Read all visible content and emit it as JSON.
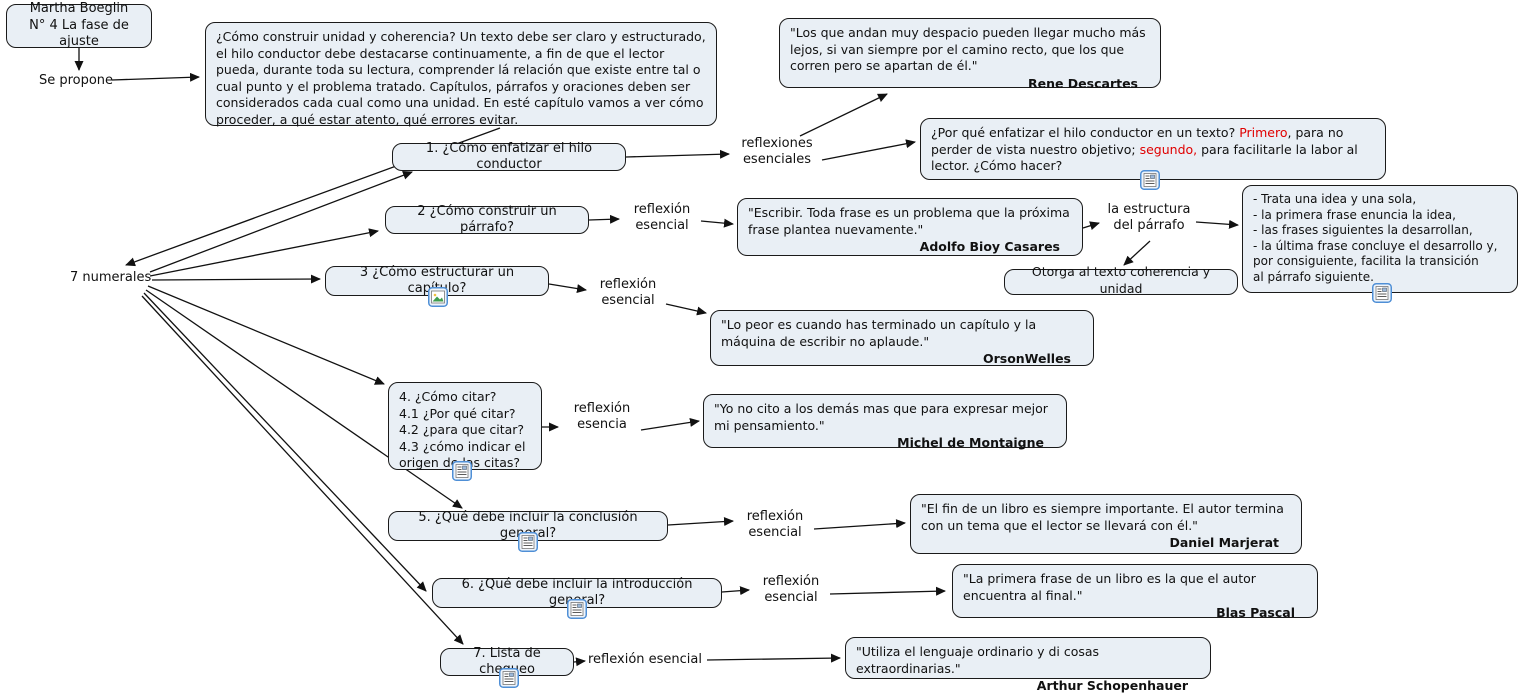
{
  "colors": {
    "box_fill": "#e9eff5",
    "border": "#1a1a1a",
    "accent_red": "#e00000",
    "icon_blue": "#4f8fd6"
  },
  "header": {
    "title_line1": "Martha Boeglin",
    "title_line2": "N° 4 La fase de ajuste"
  },
  "intro": {
    "text": "¿Cómo construir unidad y coherencia? Un texto debe ser claro y estructurado, el hilo conductor debe destacarse continuamente, a fin de que el lector pueda, durante toda su lectura, comprender lá relación que existe entre tal o cual punto y el problema tratado. Capítulos, párrafos y oraciones deben ser considerados cada cual como una unidad. En esté capítulo vamos a ver cómo proceder, a qué estar atento, qué errores evitar."
  },
  "connector_labels": {
    "se_propone": "Se propone",
    "numerales": "7 numerales",
    "l1": "reflexiones esenciales",
    "l2": "reflexión esencial",
    "l_estructura": "la estructura del párrafo",
    "l3": "reflexión esencial",
    "l4": "reflexión esencia",
    "l5": "reflexión esencial",
    "l6": "reflexión esencial",
    "l7": "reflexión esencial"
  },
  "nodes": {
    "n1": "1. ¿Cómo enfatizar el hilo conductor",
    "n2": "2 ¿Cómo construir un párrafo?",
    "n3": "3 ¿Cómo estructurar un capítulo?",
    "n4": "4. ¿Cómo citar?\n4.1 ¿Por qué citar?\n4.2 ¿para que citar?\n4.3 ¿cómo indicar el\norigen de las citas?",
    "n5": "5. ¿Qué debe incluir la conclusión general?",
    "n6": "6. ¿Qué debe incluir la introducción general?",
    "n7": "7. Lista de chequeo",
    "otorga": "Otorga al texto coherencia y unidad",
    "estructura": "- Trata una idea y una sola,\n- la primera frase enuncia la idea,\n- las frases siguientes la desarrollan,\n- la última frase concluye el desarrollo y,\npor consiguiente, facilita la transición\nal párrafo siguiente."
  },
  "why_box": {
    "part1": "¿Por qué enfatizar el hilo conductor en un texto? ",
    "red1": "Primero",
    "part2": ", para no perder de vista nuestro objetivo; ",
    "red2": "segundo,",
    "part3": " para facilitarle la labor al lector. ¿Cómo hacer?"
  },
  "quotes": {
    "descartes": {
      "text": "\"Los que andan muy despacio pueden llegar mucho más lejos, si van siempre por el camino recto, que los que corren pero se apartan de él.\"",
      "author": "Rene Descartes"
    },
    "bioy": {
      "text": "\"Escribir. Toda frase es un problema que la próxima frase plantea nuevamente.\"",
      "author": "Adolfo Bioy Casares"
    },
    "welles": {
      "text": "\"Lo peor es cuando has terminado un capítulo y la máquina de escribir no aplaude.\"",
      "author": "OrsonWelles"
    },
    "montaigne": {
      "text": "\"Yo no cito a los demás mas que para expresar mejor mi pensamiento.\"",
      "author": "Michel de Montaigne"
    },
    "marjerat": {
      "text": "\"El fin de un libro es siempre importante. El autor termina con un tema que el lector se llevará con él.\"",
      "author": "Daniel Marjerat"
    },
    "pascal": {
      "text": "\"La primera frase de un libro es la que el autor encuentra al final.\"",
      "author": "Blas Pascal"
    },
    "schopenhauer": {
      "text": "\"Utiliza el lenguaje ordinario y di cosas extraordinarias.\"",
      "author": "Arthur Schopenhauer"
    }
  }
}
